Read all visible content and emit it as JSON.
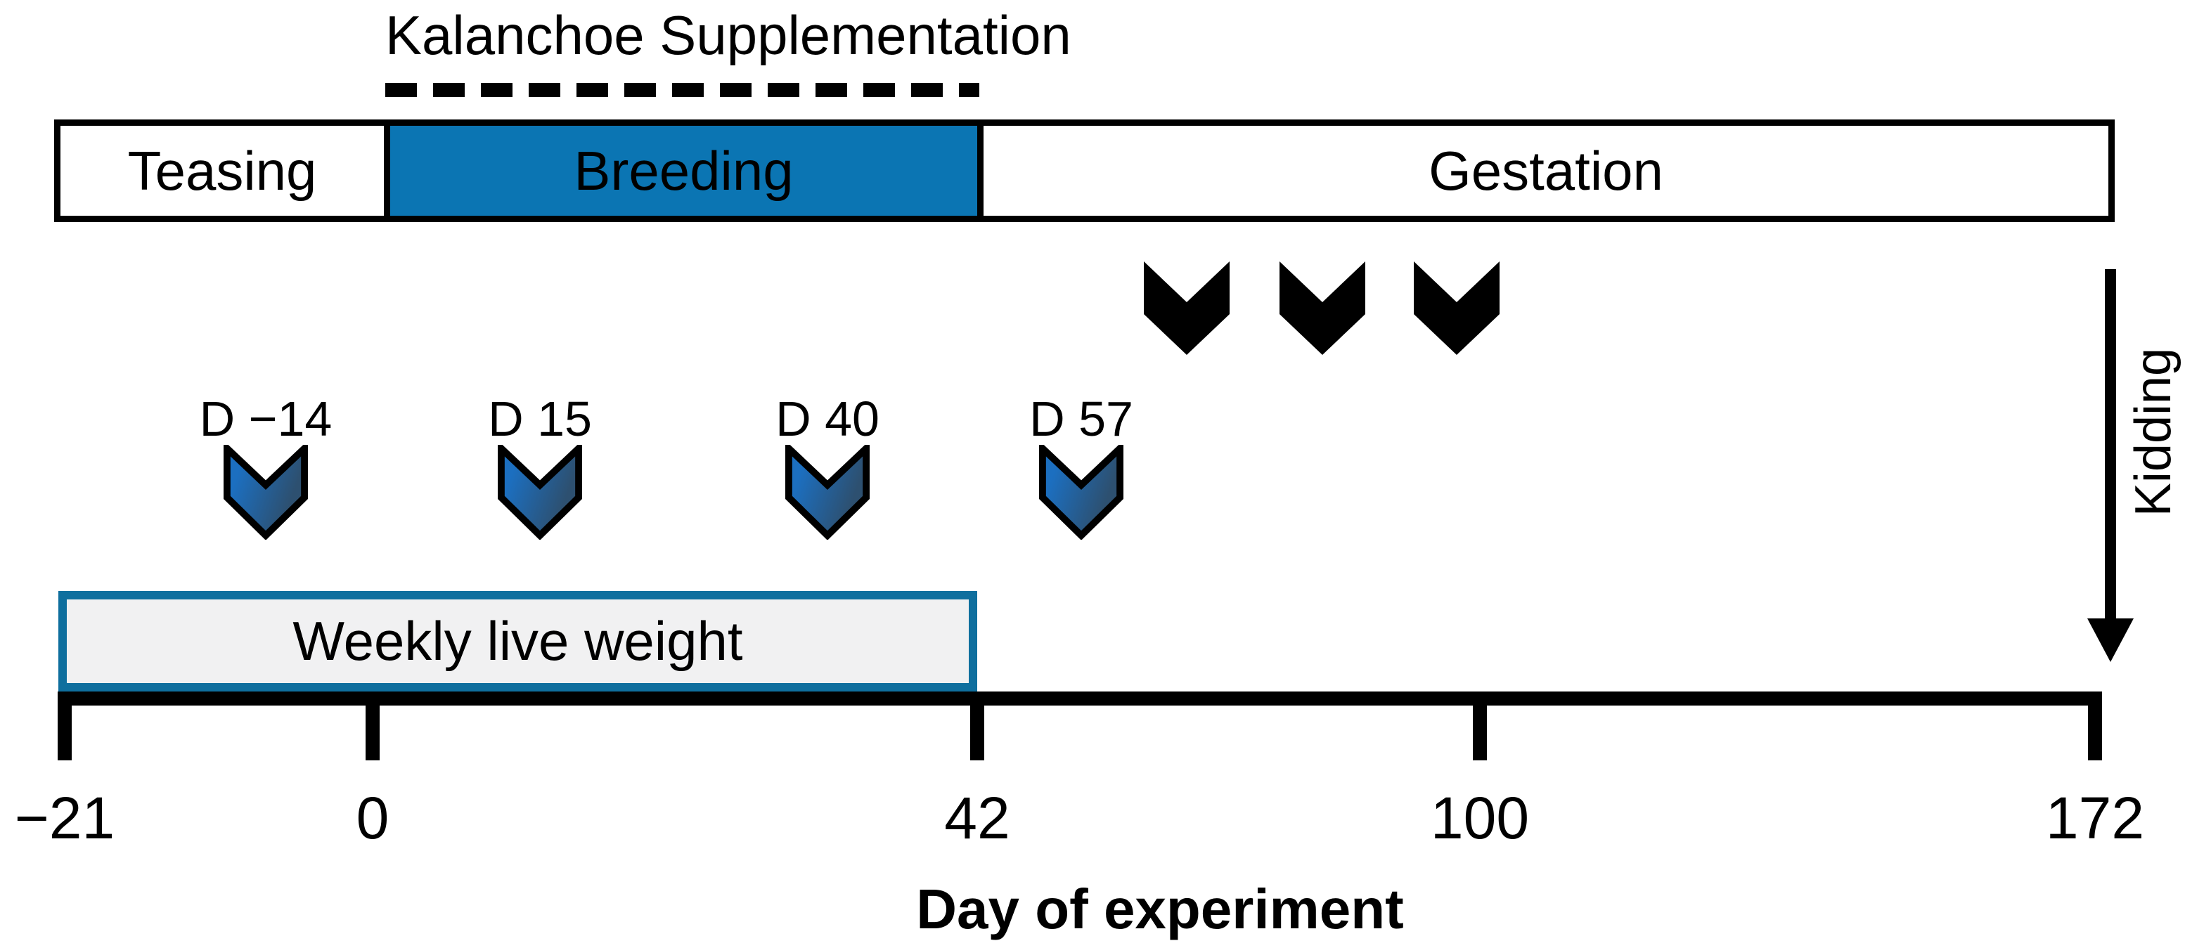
{
  "supplementation": {
    "label": "Kalanchoe Supplementation",
    "line_style": "dashed"
  },
  "phases": [
    {
      "label": "Teasing",
      "fill": "#ffffff"
    },
    {
      "label": "Breeding",
      "fill": "#0b75b3"
    },
    {
      "label": "Gestation",
      "fill": "#ffffff"
    }
  ],
  "gestation_markers": {
    "icon": "chevron-down-icon",
    "count": 3
  },
  "kidding": {
    "label": "Kidding",
    "icon": "arrow-down-icon"
  },
  "events": [
    {
      "label": "D −14",
      "icon": "chevron-down-icon"
    },
    {
      "label": "D 15",
      "icon": "chevron-down-icon"
    },
    {
      "label": "D 40",
      "icon": "chevron-down-icon"
    },
    {
      "label": "D 57",
      "icon": "chevron-down-icon"
    }
  ],
  "weekly": {
    "label": "Weekly live weight"
  },
  "axis": {
    "title": "Day of experiment",
    "ticks": [
      "−21",
      "0",
      "42",
      "100",
      "172"
    ]
  },
  "colors": {
    "breeding_fill": "#0b75b3",
    "weekly_border": "#0f6f9e",
    "weekly_fill": "#f1f1f2",
    "chevron_gradient_start": "#1c6fc0",
    "chevron_gradient_end": "#2d5070",
    "ink": "#000000",
    "paper": "#ffffff"
  }
}
